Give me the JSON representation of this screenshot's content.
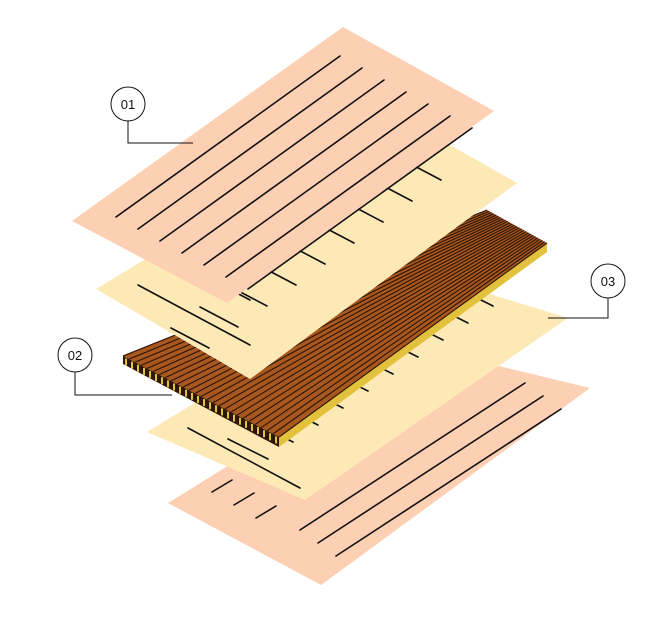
{
  "colors": {
    "outer_layer": "#fdcfb3",
    "middle_layer": "#fde9b6",
    "core_wood": "#a8581f",
    "core_grain_dark": "#3a1c08",
    "core_edge_gold": "#e2c23c",
    "line": "#111111",
    "background": "#ffffff"
  },
  "callouts": [
    {
      "id": "01",
      "label": "01"
    },
    {
      "id": "02",
      "label": "02"
    },
    {
      "id": "03",
      "label": "03"
    }
  ]
}
